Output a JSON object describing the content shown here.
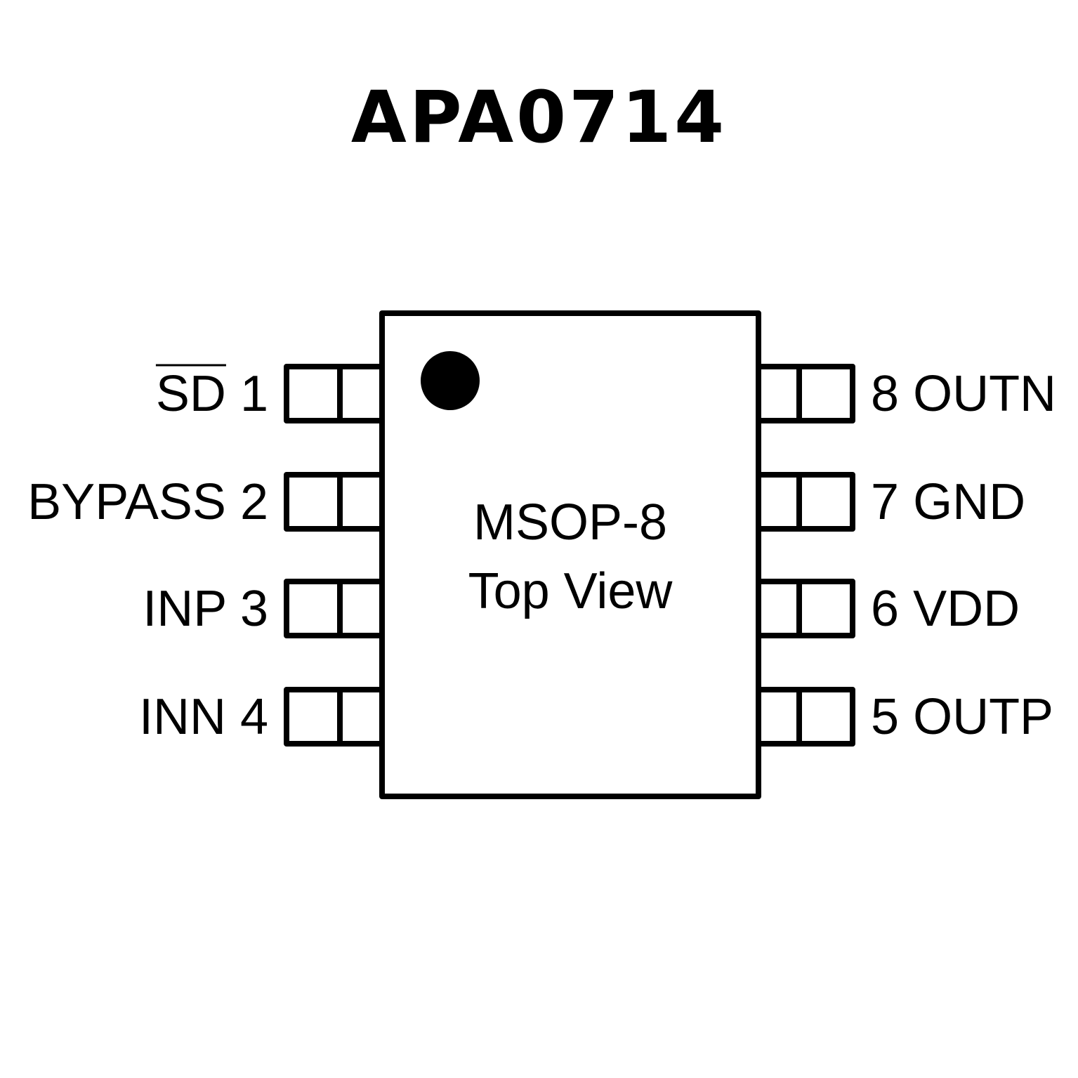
{
  "title": "APA0714",
  "package": {
    "name": "MSOP-8",
    "view": "Top View",
    "pin1_marker": "filled-dot"
  },
  "colors": {
    "stroke": "#000000",
    "background": "#ffffff"
  },
  "pins_left": [
    {
      "number": "1",
      "name": "SD",
      "overline": true
    },
    {
      "number": "2",
      "name": "BYPASS",
      "overline": false
    },
    {
      "number": "3",
      "name": "INP",
      "overline": false
    },
    {
      "number": "4",
      "name": "INN",
      "overline": false
    }
  ],
  "pins_right": [
    {
      "number": "8",
      "name": "OUTN",
      "overline": false
    },
    {
      "number": "7",
      "name": "GND",
      "overline": false
    },
    {
      "number": "6",
      "name": "VDD",
      "overline": false
    },
    {
      "number": "5",
      "name": "OUTP",
      "overline": false
    }
  ]
}
